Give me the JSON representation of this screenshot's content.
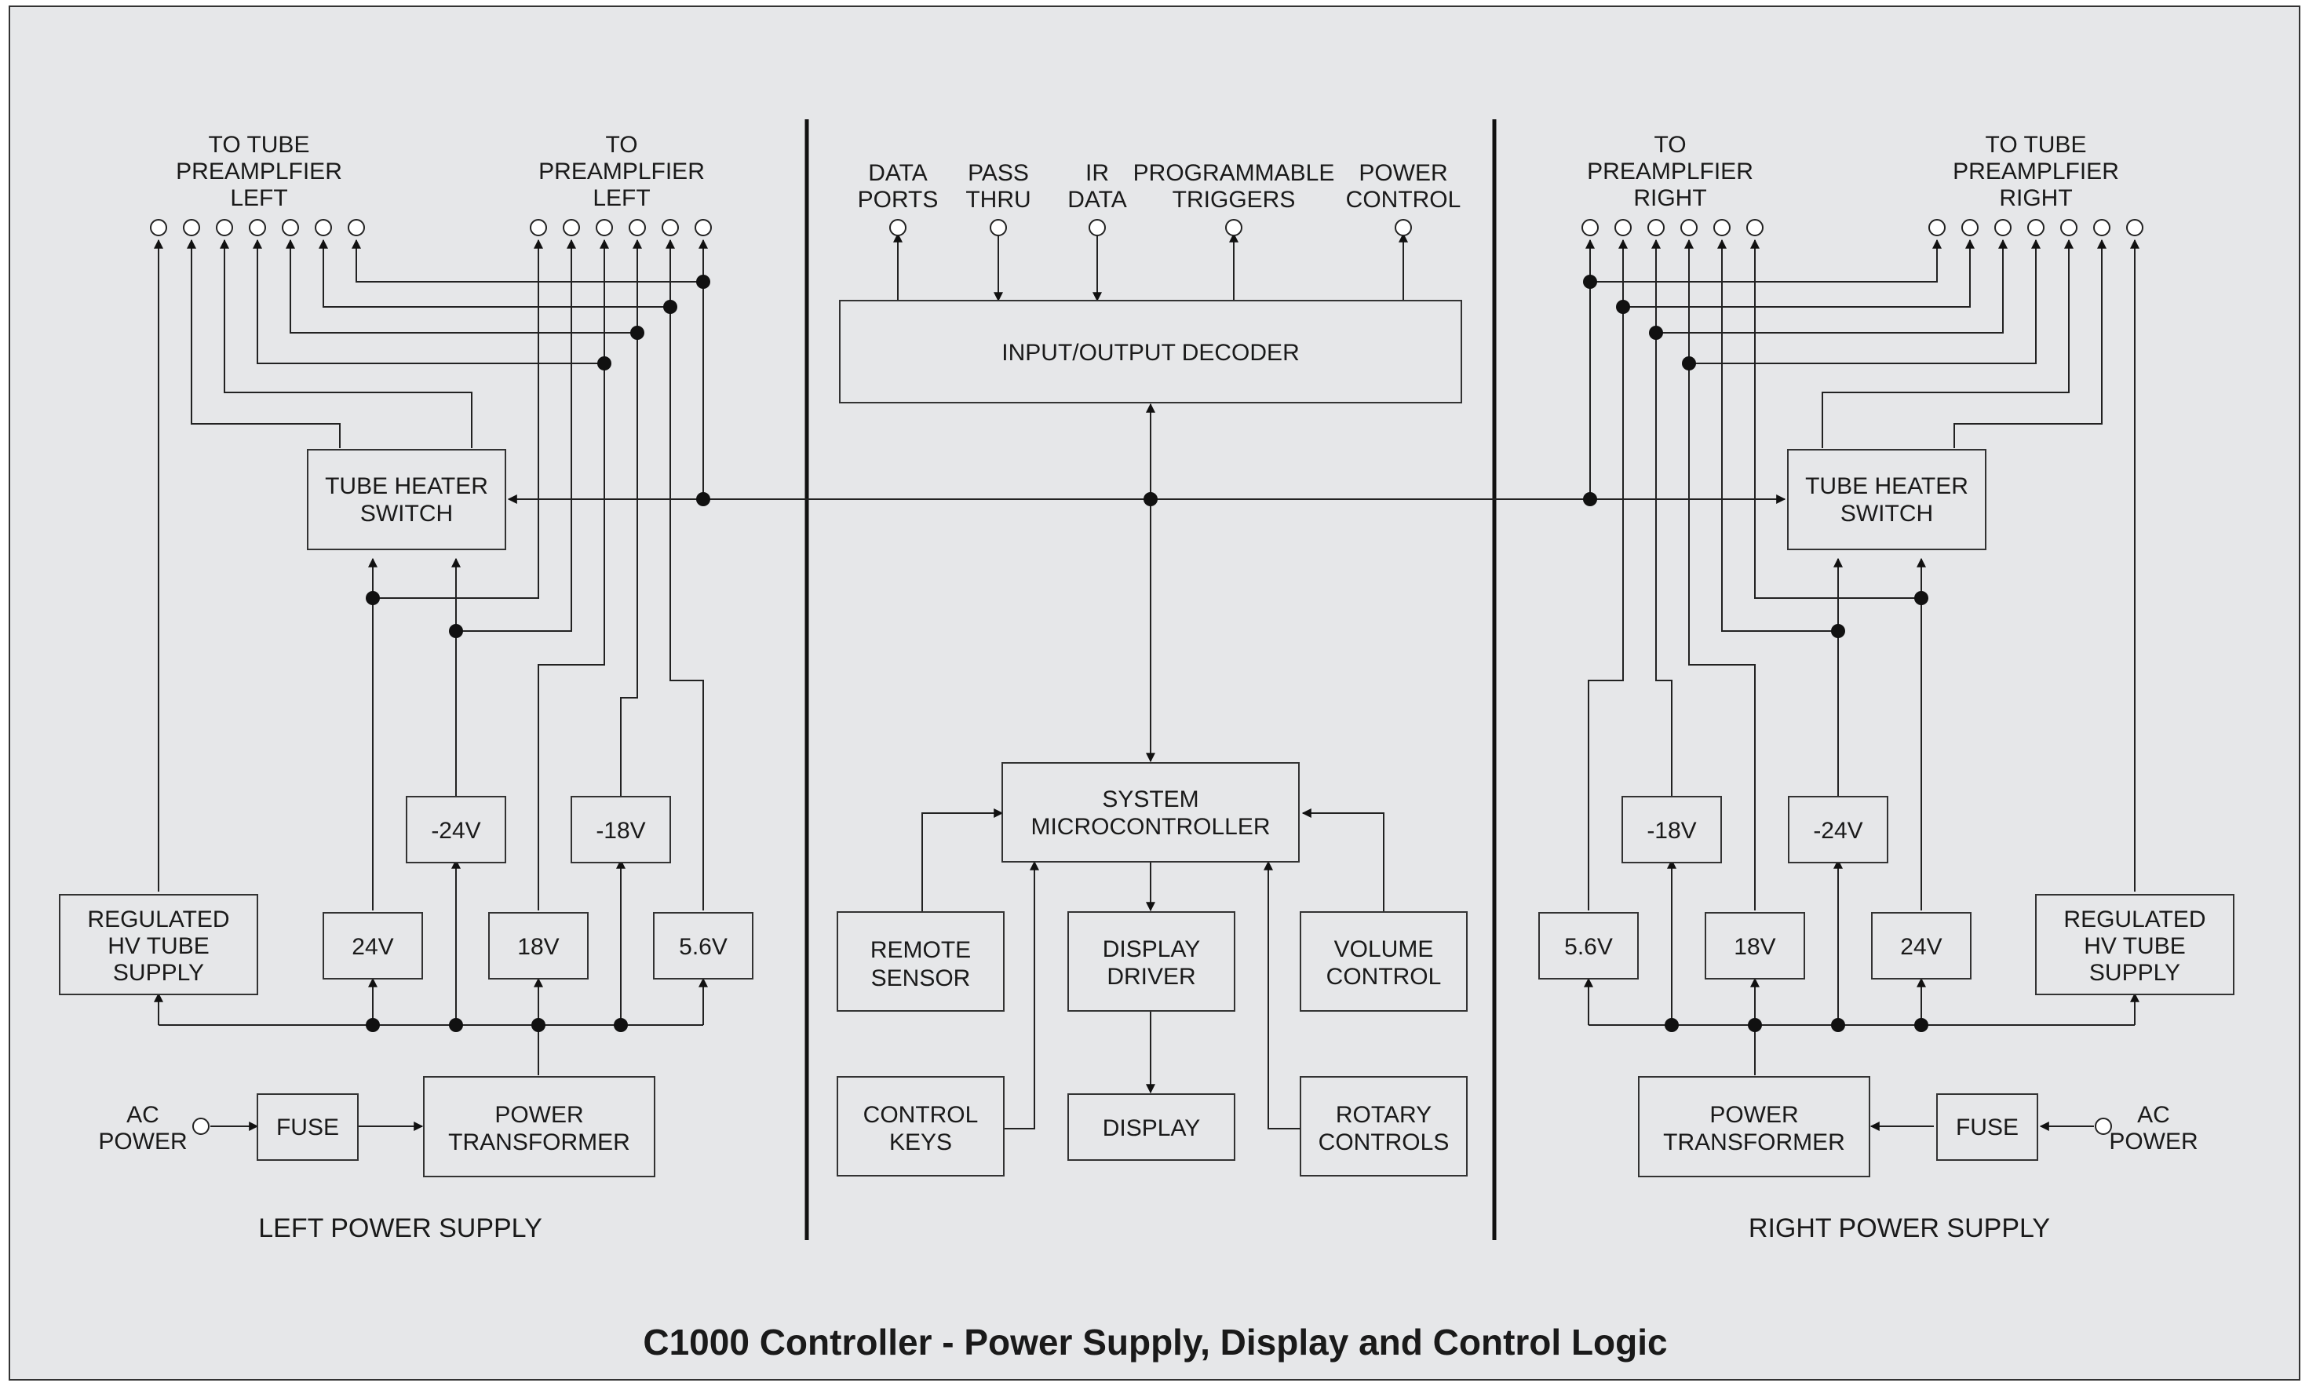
{
  "diagram": {
    "title": "C1000 Controller - Power Supply, Display and Control Logic",
    "colors": {
      "background": "#e6e7e9",
      "frame": "#333333",
      "ink": "#1a1a1a"
    },
    "left": {
      "to_tube_preamp": [
        "TO TUBE",
        "PREAMPLFIER",
        "LEFT"
      ],
      "to_preamp": [
        "TO",
        "PREAMPLFIER",
        "LEFT"
      ],
      "tube_heater_switch": [
        "TUBE HEATER",
        "SWITCH"
      ],
      "neg24": "-24V",
      "neg18": "-18V",
      "regulated_hv": [
        "REGULATED",
        "HV TUBE",
        "SUPPLY"
      ],
      "v24": "24V",
      "v18": "18V",
      "v56": "5.6V",
      "ac_power": [
        "AC",
        "POWER"
      ],
      "fuse": "FUSE",
      "power_transformer": [
        "POWER",
        "TRANSFORMER"
      ],
      "section_label": "LEFT POWER SUPPLY"
    },
    "center": {
      "data_ports": [
        "DATA",
        "PORTS"
      ],
      "pass_thru": [
        "PASS",
        "THRU"
      ],
      "ir_data": [
        "IR",
        "DATA"
      ],
      "programmable_triggers": [
        "PROGRAMMABLE",
        "TRIGGERS"
      ],
      "power_control": [
        "POWER",
        "CONTROL"
      ],
      "io_decoder": "INPUT/OUTPUT DECODER",
      "system_micro": [
        "SYSTEM",
        "MICROCONTROLLER"
      ],
      "remote_sensor": [
        "REMOTE",
        "SENSOR"
      ],
      "display_driver": [
        "DISPLAY",
        "DRIVER"
      ],
      "volume_control": [
        "VOLUME",
        "CONTROL"
      ],
      "control_keys": [
        "CONTROL",
        "KEYS"
      ],
      "display": "DISPLAY",
      "rotary_controls": [
        "ROTARY",
        "CONTROLS"
      ]
    },
    "right": {
      "to_preamp": [
        "TO",
        "PREAMPLFIER",
        "RIGHT"
      ],
      "to_tube_preamp": [
        "TO TUBE",
        "PREAMPLFIER",
        "RIGHT"
      ],
      "tube_heater_switch": [
        "TUBE HEATER",
        "SWITCH"
      ],
      "neg18": "-18V",
      "neg24": "-24V",
      "regulated_hv": [
        "REGULATED",
        "HV TUBE",
        "SUPPLY"
      ],
      "v56": "5.6V",
      "v18": "18V",
      "v24": "24V",
      "power_transformer": [
        "POWER",
        "TRANSFORMER"
      ],
      "fuse": "FUSE",
      "ac_power": [
        "AC",
        "POWER"
      ],
      "section_label": "RIGHT POWER SUPPLY"
    }
  }
}
